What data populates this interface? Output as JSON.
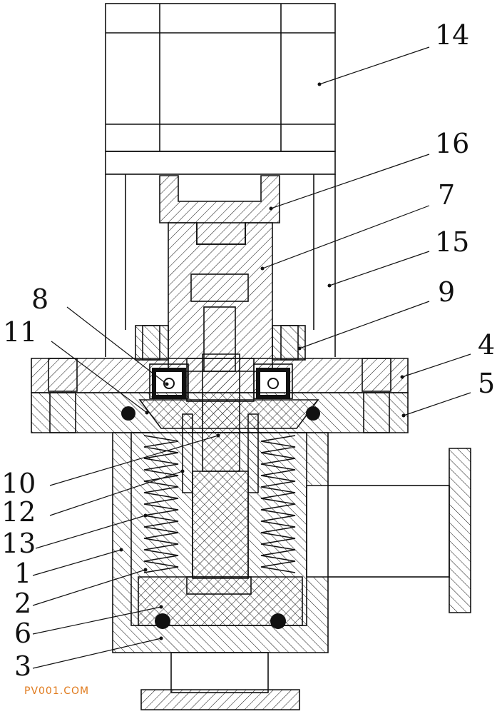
{
  "labels": {
    "l14": "14",
    "l16": "16",
    "l7": "7",
    "l15": "15",
    "l9": "9",
    "l8": "8",
    "l11": "11",
    "l4": "4",
    "l5": "5",
    "l10": "10",
    "l12": "12",
    "l13": "13",
    "l1": "1",
    "l2": "2",
    "l6": "6",
    "l3": "3"
  },
  "watermark": "PV001.COM",
  "colors": {
    "line": "#111111",
    "watermark": "#e07a1c",
    "background": "#ffffff"
  }
}
